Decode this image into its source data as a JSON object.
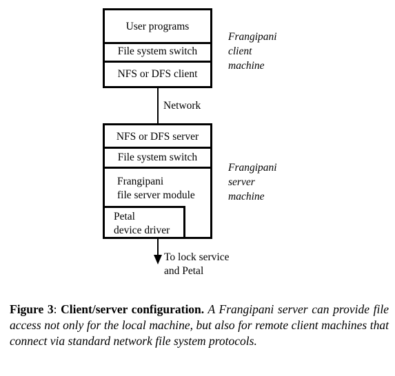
{
  "client": {
    "user_programs": "User programs",
    "file_system_switch": "File system switch",
    "nfs_client": "NFS or DFS client",
    "label_line1": "Frangipani",
    "label_line2": "client",
    "label_line3": "machine"
  },
  "network_label": "Network",
  "server": {
    "nfs_server": "NFS or DFS server",
    "file_system_switch": "File system switch",
    "module_line1": "Frangipani",
    "module_line2": "file server module",
    "driver_line1": "Petal",
    "driver_line2": "device driver",
    "label_line1": "Frangipani",
    "label_line2": "server",
    "label_line3": "machine"
  },
  "lock_service": {
    "line1": "To lock service",
    "line2": "and Petal"
  },
  "caption": {
    "figure_label": "Figure 3",
    "separator": ":  ",
    "title": "Client/server configuration.",
    "body": " A Frangipani server can provide file access not only for the local machine, but also for remote client machines that connect via standard network file system protocols."
  }
}
